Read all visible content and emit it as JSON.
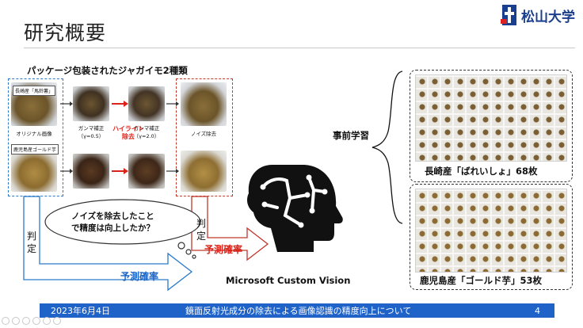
{
  "slide": {
    "title": "研究概要",
    "logo_text": "松山大学",
    "heading": "パッケージ包装されたジャガイモ2種類"
  },
  "samples": {
    "tag_nagasaki": "長崎産「馬鈴薯」",
    "tag_kagoshima": "鹿児島産ゴールド芋",
    "caption_original": "オリジナル画像",
    "caption_gamma1": "ガンマ補正\n（γ=0.5）",
    "caption_highlight": "ハイライト\n除去",
    "caption_gamma2": "ガンマ補正\n（γ=2.0）",
    "caption_denoise": "ノイズ除去"
  },
  "flow": {
    "cloud_text": "ノイズを除去したこと\nで精度は向上したか？",
    "judge_left": "判\n定",
    "judge_right": "判\n定",
    "blue_label": "予測確率",
    "red_label": "予測確率",
    "service_label": "Microsoft Custom Vision",
    "pretrain_label": "事前学習"
  },
  "datasets": {
    "top_label": "長崎産「ばれいしょ」68枚",
    "bottom_label": "鹿児島産「ゴールド芋」53枚"
  },
  "footer": {
    "date": "2023年6月4日",
    "title": "鏡面反射光成分の除去による画像認識の精度向上について",
    "page": "4"
  },
  "colors": {
    "accent_blue": "#1f63c9",
    "accent_red": "#d9231b",
    "border_blue": "#2a7ac9",
    "border_red": "#c0392b"
  }
}
